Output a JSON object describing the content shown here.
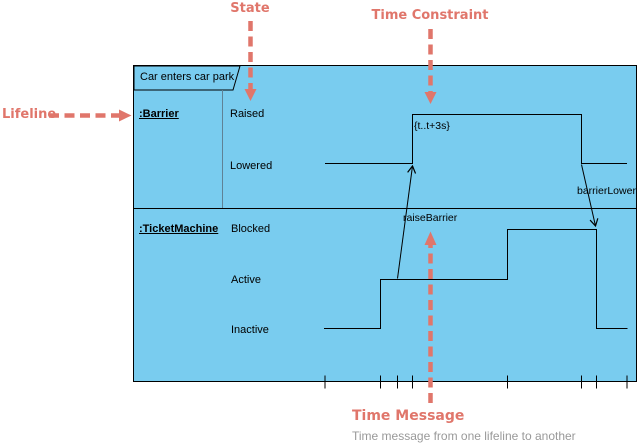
{
  "annotations": {
    "state": {
      "label": "State"
    },
    "time_constraint": {
      "label": "Time Constraint"
    },
    "lifeline": {
      "label": "Lifeline"
    },
    "time_message": {
      "label": "Time Message",
      "description": "Time message from one lifeline to another"
    }
  },
  "diagram": {
    "frame_label": "Car enters car park",
    "lifelines": [
      {
        "name": ":Barrier",
        "states": [
          "Raised",
          "Lowered"
        ]
      },
      {
        "name": ":TicketMachine",
        "states": [
          "Blocked",
          "Active",
          "Inactive"
        ]
      }
    ],
    "time_constraint_value": "{t..t+3s}",
    "messages": [
      {
        "label": "raiseBarrier",
        "from": ":TicketMachine",
        "to": ":Barrier"
      },
      {
        "label": "barrierLowered",
        "from": ":Barrier",
        "to": ":TicketMachine"
      }
    ],
    "colors": {
      "fill": "#79ccef",
      "line": "#000000",
      "annotation": "#e0766b",
      "subtitle": "#999999"
    }
  }
}
